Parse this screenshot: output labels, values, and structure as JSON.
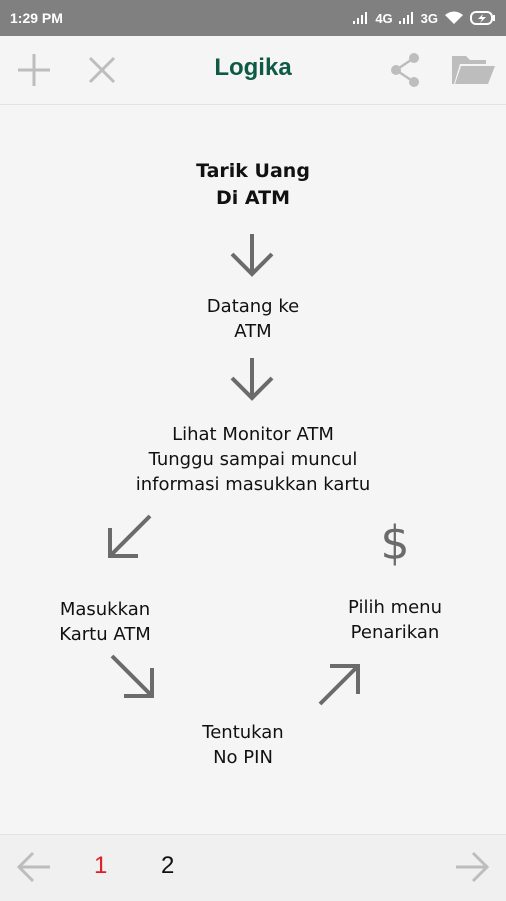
{
  "status": {
    "time": "1:29 PM",
    "net1": "4G",
    "net2": "3G"
  },
  "toolbar": {
    "title": "Logika",
    "add_icon": "plus-icon",
    "close_icon": "close-icon",
    "share_icon": "share-icon",
    "folder_icon": "folder-open-icon"
  },
  "flow": {
    "title": "Tarik Uang\nDi ATM",
    "step1": "Datang ke\nATM",
    "step2": "Lihat Monitor ATM\nTunggu sampai muncul\ninformasi masukkan kartu",
    "step3": "Masukkan\nKartu ATM",
    "step4": "Tentukan\nNo PIN",
    "step5": "Pilih menu\nPenarikan",
    "symbol": "$"
  },
  "pagination": {
    "pages": [
      "1",
      "2"
    ],
    "current": "1",
    "active_color": "#e31b23"
  },
  "colors": {
    "title": "#0e5a45",
    "icon": "#bdbdbd",
    "arrow": "#6b6b6b"
  }
}
